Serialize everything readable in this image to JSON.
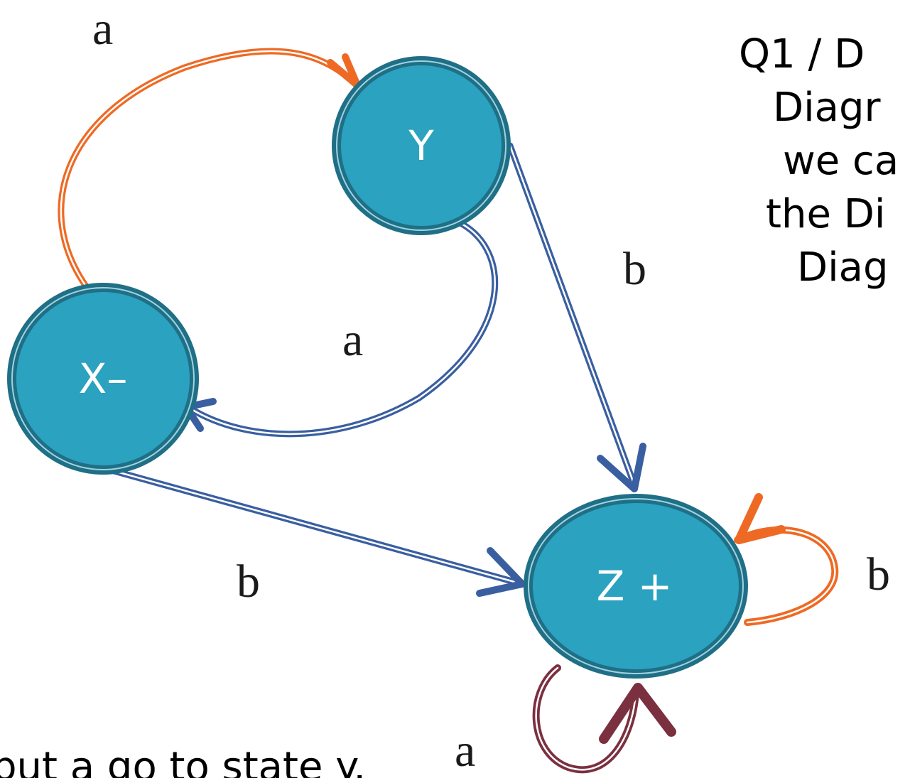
{
  "colors": {
    "state_fill": "#2ba2bf",
    "state_stroke": "#1f6f86",
    "edge_orange": "#ee6a24",
    "edge_blue": "#3a5fa0",
    "edge_maroon": "#7b3040"
  },
  "states": [
    {
      "id": "x",
      "label": "X–"
    },
    {
      "id": "y",
      "label": "Y"
    },
    {
      "id": "z",
      "label": "Z +"
    }
  ],
  "transitions": [
    {
      "from": "X–",
      "to": "Y",
      "label": "a",
      "color": "orange"
    },
    {
      "from": "Y",
      "to": "X–",
      "label": "a",
      "color": "blue"
    },
    {
      "from": "Y",
      "to": "Z +",
      "label": "b",
      "color": "blue"
    },
    {
      "from": "X–",
      "to": "Z +",
      "label": "b",
      "color": "blue"
    },
    {
      "from": "Z +",
      "to": "Z +",
      "label": "b",
      "color": "orange"
    },
    {
      "from": "Z +",
      "to": "Z +",
      "label": "a",
      "color": "maroon"
    }
  ],
  "side_text": {
    "lines": [
      "Q1 / D",
      "Diagr",
      "we ca",
      "the Di",
      "Diag"
    ]
  },
  "bottom_text": "put a go to state y."
}
